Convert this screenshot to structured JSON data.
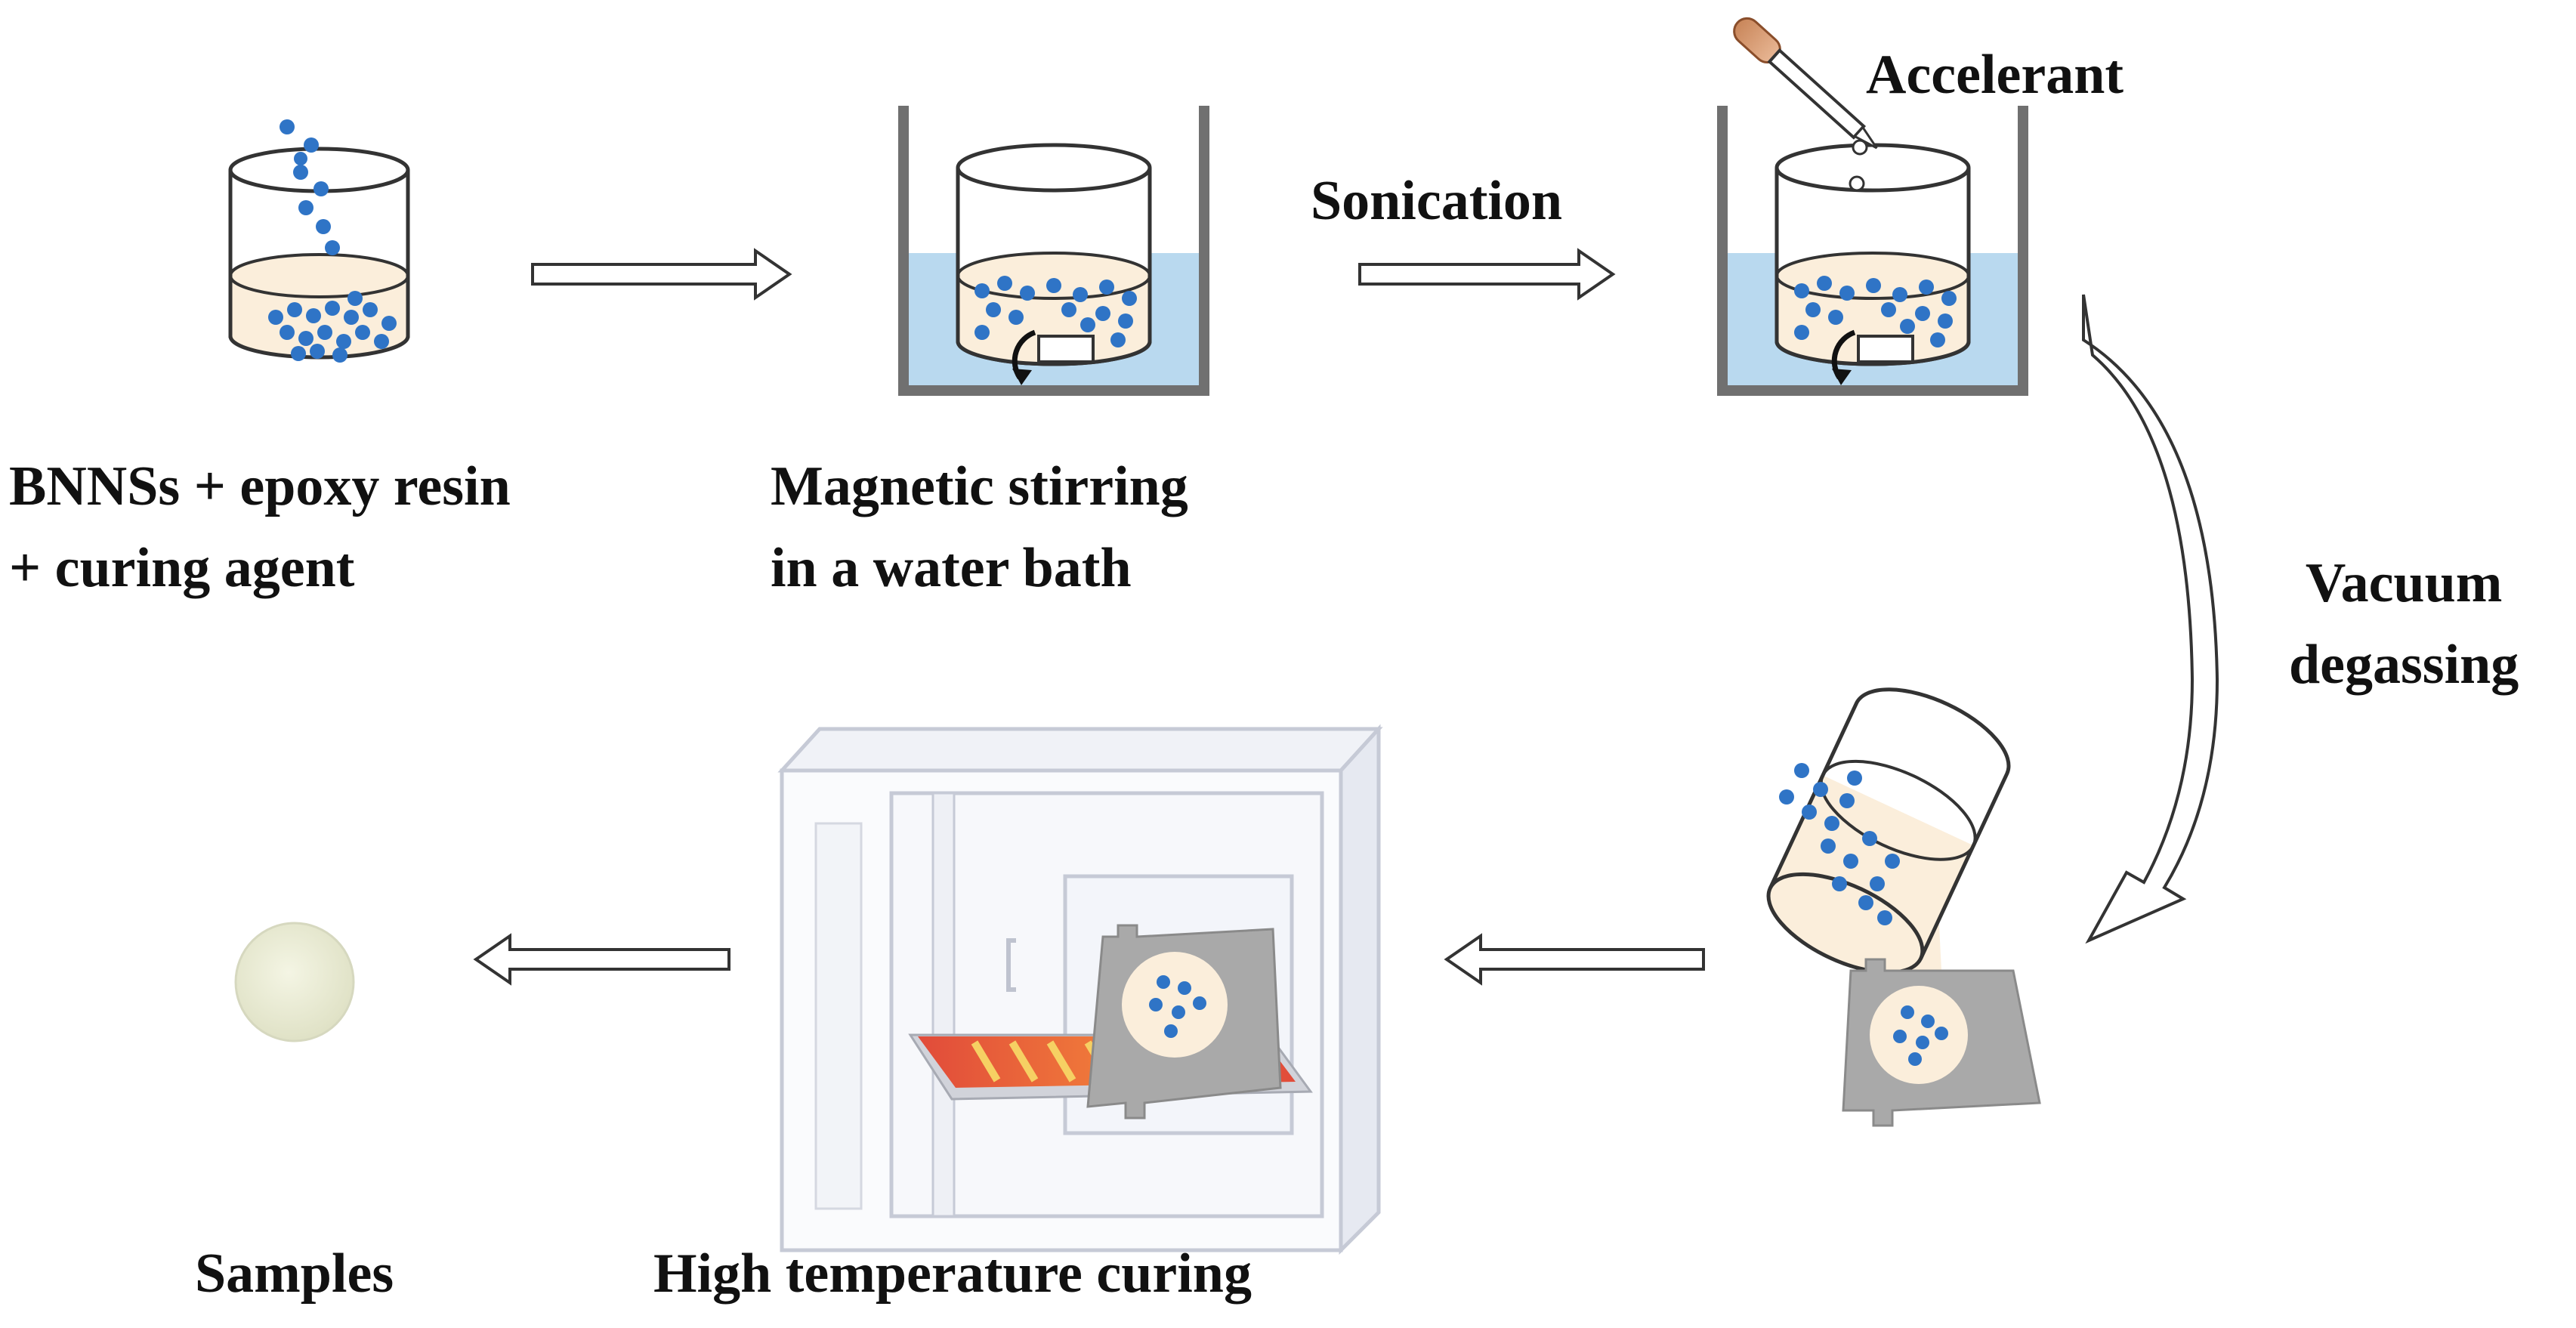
{
  "labels": {
    "step1": [
      "BNNSs + epoxy resin",
      "+ curing agent"
    ],
    "step2": [
      "Magnetic stirring",
      "in a water bath"
    ],
    "sonication": "Sonication",
    "accelerant": "Accelerant",
    "vacuum": [
      "Vacuum",
      "degassing"
    ],
    "curing": "High temperature curing",
    "samples": "Samples"
  },
  "colors": {
    "particle": "#2f74c6",
    "resin": "#fbeedb",
    "water": "#b9d9ef",
    "bath_wall": "#707070",
    "mold": "#a9a9a9",
    "heater": "#e25a3c",
    "sample": "#ecedd7"
  }
}
